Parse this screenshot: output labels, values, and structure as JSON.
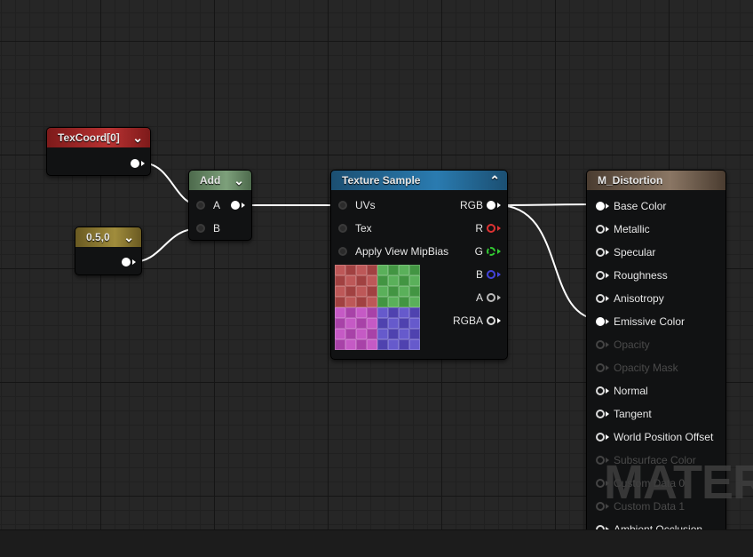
{
  "nodes": {
    "texcoord": {
      "title": "TexCoord[0]",
      "header_color": "#8b1c1c"
    },
    "constant": {
      "title": "0.5,0",
      "header_color": "#7a6a2a"
    },
    "add": {
      "title": "Add",
      "header_color": "#5b7a5a",
      "inputs": [
        "A",
        "B"
      ]
    },
    "texture_sample": {
      "title": "Texture Sample",
      "header_color": "#1f5f86",
      "inputs": [
        "UVs",
        "Tex",
        "Apply View MipBias"
      ],
      "outputs": [
        {
          "label": "RGB",
          "color": "#ffffff"
        },
        {
          "label": "R",
          "color": "#d33"
        },
        {
          "label": "G",
          "color": "#3c3"
        },
        {
          "label": "B",
          "color": "#33d"
        },
        {
          "label": "A",
          "color": "#bbbbbb"
        },
        {
          "label": "RGBA",
          "color": "#ffffff"
        }
      ]
    },
    "material": {
      "title": "M_Distortion",
      "header_color": "#5a4a3a",
      "inputs": [
        {
          "label": "Base Color",
          "state": "connected"
        },
        {
          "label": "Metallic",
          "state": "active"
        },
        {
          "label": "Specular",
          "state": "active"
        },
        {
          "label": "Roughness",
          "state": "active"
        },
        {
          "label": "Anisotropy",
          "state": "active"
        },
        {
          "label": "Emissive Color",
          "state": "connected"
        },
        {
          "label": "Opacity",
          "state": "disabled"
        },
        {
          "label": "Opacity Mask",
          "state": "disabled"
        },
        {
          "label": "Normal",
          "state": "active"
        },
        {
          "label": "Tangent",
          "state": "active"
        },
        {
          "label": "World Position Offset",
          "state": "active"
        },
        {
          "label": "Subsurface Color",
          "state": "disabled"
        },
        {
          "label": "Custom Data 0",
          "state": "disabled"
        },
        {
          "label": "Custom Data 1",
          "state": "disabled"
        },
        {
          "label": "Ambient Occlusion",
          "state": "active"
        }
      ]
    }
  },
  "watermark": "MATER",
  "icons": {
    "collapse": "chevron-down-icon",
    "expand": "chevron-up-icon"
  }
}
